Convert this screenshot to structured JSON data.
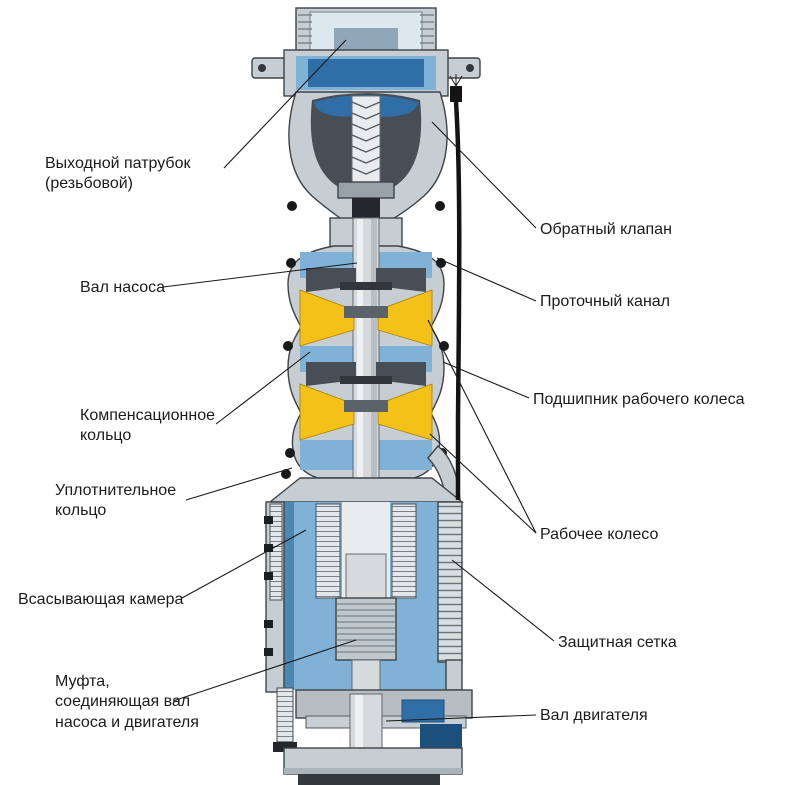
{
  "palette": {
    "body_gray": "#c6ced4",
    "body_gray_dark": "#aab3b9",
    "outline": "#3d4449",
    "water_blue": "#7fb2d6",
    "water_blue_dark": "#2f6ea6",
    "water_blue_light": "#bcd7ea",
    "steel_dark": "#474e55",
    "impeller_yellow": "#f3c117",
    "mesh_gray": "#d9dee1",
    "navy": "#1d4f7c",
    "navy_bright": "#2f6ea6",
    "cable_black": "#141414"
  },
  "labels": {
    "outlet_pipe": "Выходной патрубок\n(резьбовой)",
    "pump_shaft": "Вал насоса",
    "compensation_ring": "Компенсационное\nкольцо",
    "seal_ring": "Уплотнительное\nкольцо",
    "suction_chamber": "Всасывающая камера",
    "coupling": "Муфта,\nсоединяющая вал\nнасоса и двигателя",
    "check_valve": "Обратный клапан",
    "flow_channel": "Проточный канал",
    "impeller_bearing": "Подшипник рабочего колеса",
    "impeller": "Рабочее колесо",
    "protective_mesh": "Защитная сетка",
    "motor_shaft": "Вал двигателя"
  }
}
